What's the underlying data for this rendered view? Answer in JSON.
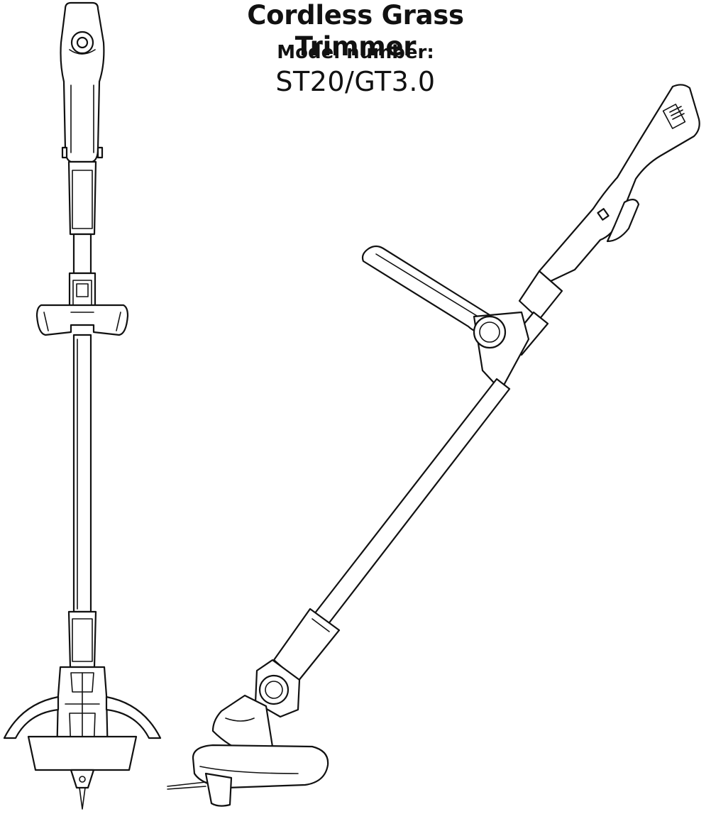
{
  "document": {
    "title": "Cordless Grass Trimmer",
    "model_label": "Model number:",
    "model_value": "ST20/GT3.0"
  },
  "illustrations": [
    {
      "name": "front-view",
      "icon": "grass-trimmer-front-illustration"
    },
    {
      "name": "side-view",
      "icon": "grass-trimmer-angled-illustration"
    }
  ],
  "colors": {
    "line": "#111111",
    "background": "#ffffff"
  }
}
